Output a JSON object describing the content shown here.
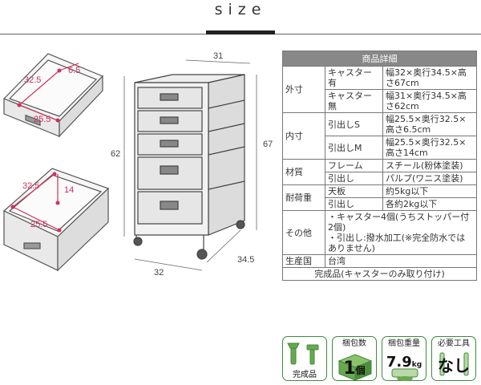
{
  "title": "size",
  "dimensions": {
    "box_top_depth": "32.5",
    "box_top_height": "6.5",
    "box_top_width": "25.5",
    "box_bottom_depth": "32.5",
    "box_bottom_height": "14",
    "box_bottom_width": "25.5",
    "cabinet_top_width": "31",
    "cabinet_height_body": "62",
    "cabinet_height_total": "67",
    "cabinet_bottom_width": "32",
    "cabinet_bottom_depth": "34.5"
  },
  "spec_table": {
    "header": "商品詳細",
    "outer_label": "外寸",
    "outer_caster_yes": "キャスター有",
    "outer_caster_yes_value": "幅32×奥行34.5×高さ67cm",
    "outer_caster_no": "キャスター無",
    "outer_caster_no_value": "幅31×奥行34.5×高さ62cm",
    "inner_label": "内寸",
    "inner_s": "引出しS",
    "inner_s_value": "幅25.5×奥行32.5×高さ6.5cm",
    "inner_m": "引出しM",
    "inner_m_value": "幅25.5×奥行32.5×高さ14cm",
    "material_label": "材質",
    "material_frame": "フレーム",
    "material_frame_value": "スチール(粉体塗装)",
    "material_drawer": "引出し",
    "material_drawer_value": "パルプ(ワニス塗装)",
    "load_label": "耐荷重",
    "load_top": "天板",
    "load_top_value": "約5kg以下",
    "load_drawer": "引出し",
    "load_drawer_value": "各約2kg以下",
    "other_label": "その他",
    "other_line1": "・キャスター4個(うちストッパー付2個)",
    "other_line2": "・引出し:撥水加工(※完全防水ではありません)",
    "origin_label": "生産国",
    "origin_value": "台湾",
    "footer": "完成品(キャスターのみ取り付け)"
  },
  "badges": {
    "assembly_label": "完成品",
    "package_count_label": "梱包数",
    "package_count_value": "1",
    "package_count_unit": "個",
    "package_weight_label": "梱包重量",
    "package_weight_value": "7.9",
    "package_weight_unit": "kg",
    "tools_label": "必要工具",
    "tools_value": "なし"
  },
  "colors": {
    "badge_border": "#3d8a3d",
    "dimension_pink": "#d0305a",
    "table_header": "#888888"
  }
}
